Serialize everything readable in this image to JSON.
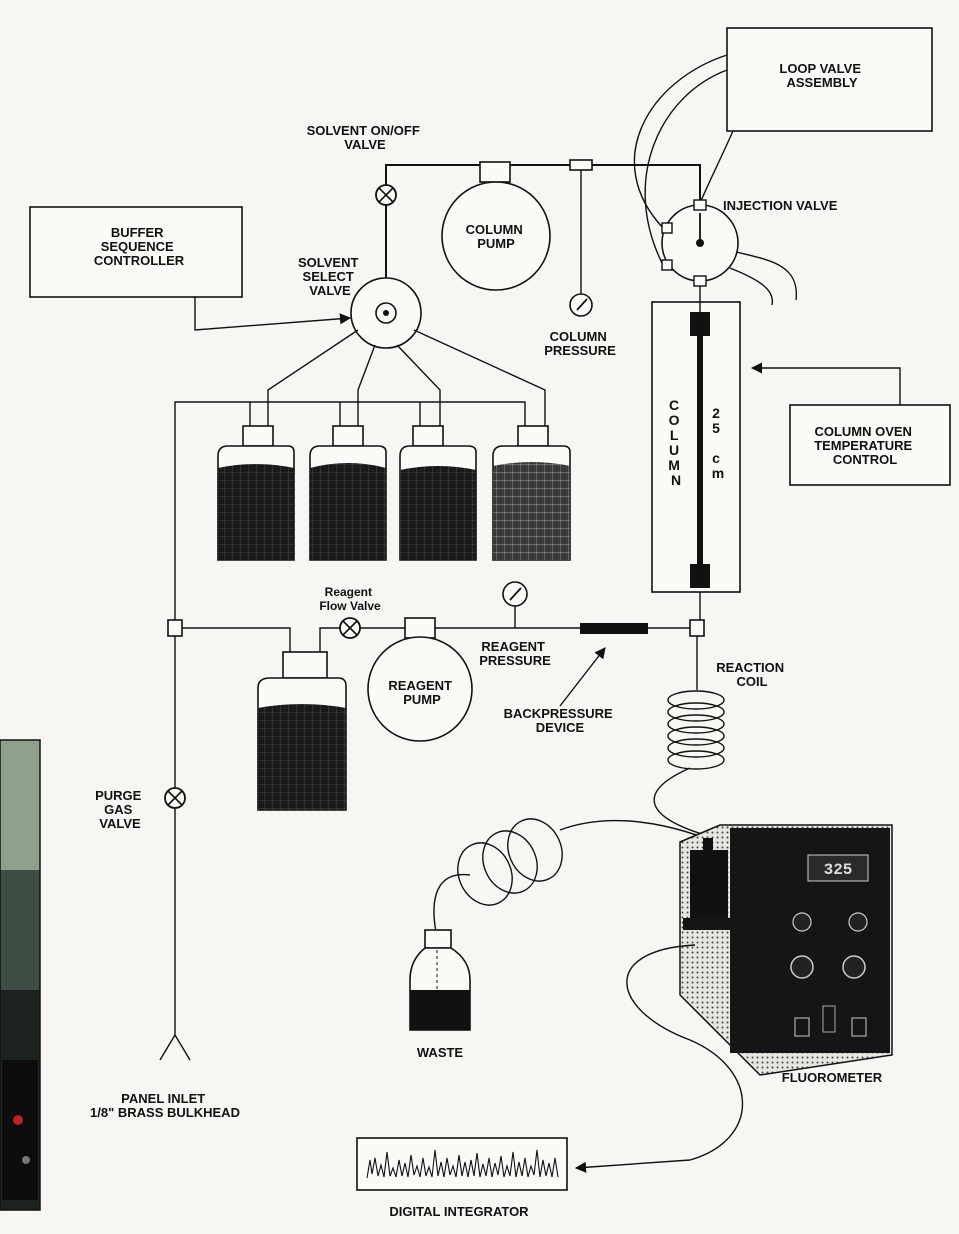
{
  "labels": {
    "loop_valve": [
      "LOOP VALVE",
      "ASSEMBLY"
    ],
    "solvent_onoff": [
      "SOLVENT ON/OFF",
      "VALVE"
    ],
    "injection_valve": "INJECTION VALVE",
    "buffer_controller": [
      "BUFFER",
      "SEQUENCE",
      "CONTROLLER"
    ],
    "column_pump": [
      "COLUMN",
      "PUMP"
    ],
    "solvent_select": [
      "SOLVENT",
      "SELECT",
      "VALVE"
    ],
    "column_pressure": [
      "COLUMN",
      "PRESSURE"
    ],
    "column_vertical": [
      "C",
      "O",
      "L",
      "U",
      "M",
      "N"
    ],
    "column_length": [
      "2",
      "5",
      "c",
      "m"
    ],
    "column_oven": [
      "COLUMN OVEN",
      "TEMPERATURE",
      "CONTROL"
    ],
    "reagent_flow_valve": [
      "Reagent",
      "Flow Valve"
    ],
    "reagent_pressure": [
      "REAGENT",
      "PRESSURE"
    ],
    "reagent_pump": [
      "REAGENT",
      "PUMP"
    ],
    "reaction_coil": [
      "REACTION",
      "COIL"
    ],
    "backpressure_device": [
      "BACKPRESSURE",
      "DEVICE"
    ],
    "purge_gas_valve": [
      "PURGE",
      "GAS",
      "VALVE"
    ],
    "waste": "WASTE",
    "fluorometer": "FLUOROMETER",
    "fluorometer_display": "325",
    "panel_inlet": [
      "PANEL INLET",
      "1/8\" BRASS BULKHEAD"
    ],
    "digital_integrator": "DIGITAL INTEGRATOR"
  }
}
